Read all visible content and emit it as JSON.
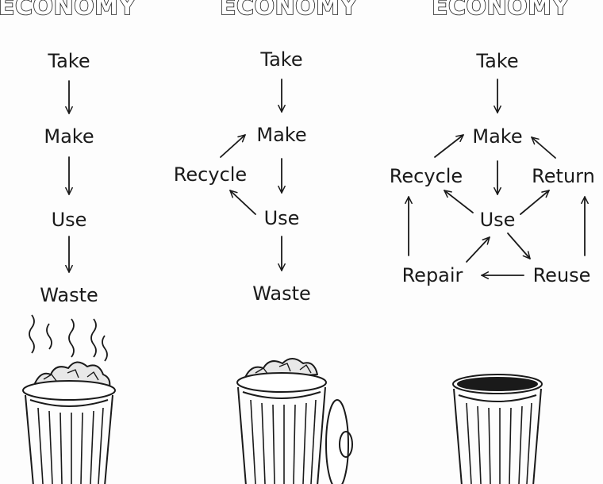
{
  "columns": [
    {
      "title": "ECONOMY",
      "nodes": {
        "take": "Take",
        "make": "Make",
        "use": "Use",
        "waste": "Waste"
      }
    },
    {
      "title": "ECONOMY",
      "nodes": {
        "take": "Take",
        "make": "Make",
        "recycle": "Recycle",
        "use": "Use",
        "waste": "Waste"
      }
    },
    {
      "title": "ECONOMY",
      "nodes": {
        "take": "Take",
        "make": "Make",
        "recycle": "Recycle",
        "return": "Return",
        "use": "Use",
        "repair": "Repair",
        "reuse": "Reuse"
      }
    }
  ],
  "bins": [
    {
      "state": "overflowing-smelly"
    },
    {
      "state": "full-lid-open"
    },
    {
      "state": "empty"
    }
  ]
}
